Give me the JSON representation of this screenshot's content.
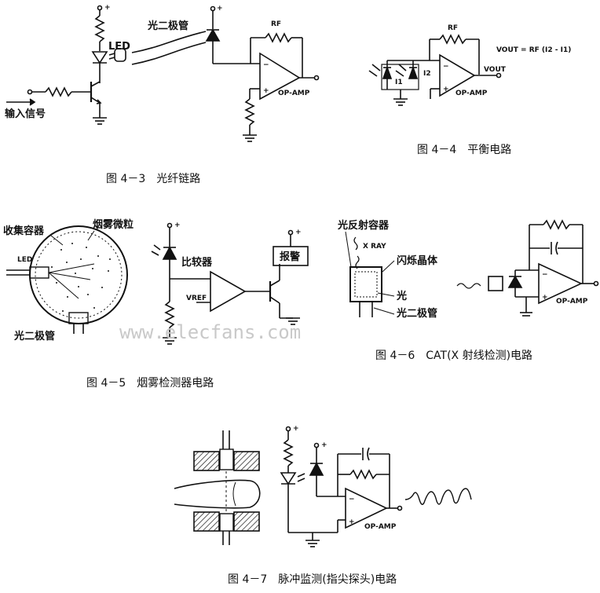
{
  "fig43": {
    "caption": "图 4－3　光纤链路",
    "label_led": "LED",
    "label_photodiode": "光二极管",
    "label_rf": "RF",
    "label_opamp": "OP-AMP",
    "label_input": "输入信号"
  },
  "fig44": {
    "caption": "图 4－4　平衡电路",
    "label_rf": "RF",
    "label_formula": "VOUT = RF (I2 - I1)",
    "label_vout": "VOUT",
    "label_i1": "I1",
    "label_i2": "I2",
    "label_opamp": "OP-AMP"
  },
  "fig45": {
    "caption": "图 4－5　烟雾检测器电路",
    "label_container": "收集容器",
    "label_smoke": "烟雾微粒",
    "label_led": "LED",
    "label_photodiode": "光二极管",
    "label_comparator": "比较器",
    "label_vref": "VREF",
    "label_alarm": "报警"
  },
  "fig46": {
    "caption": "图 4－6　CAT(X 射线检测)电路",
    "label_reflector": "光反射容器",
    "label_xray": "X RAY",
    "label_crystal": "闪烁晶体",
    "label_light": "光",
    "label_photodiode": "光二极管",
    "label_opamp": "OP-AMP"
  },
  "fig47": {
    "caption": "图 4－7　脉冲监测(指尖探头)电路",
    "label_opamp": "OP-AMP"
  },
  "watermark": "www.elecfans.com",
  "symbols": {
    "plus": "+",
    "minus": "−"
  }
}
